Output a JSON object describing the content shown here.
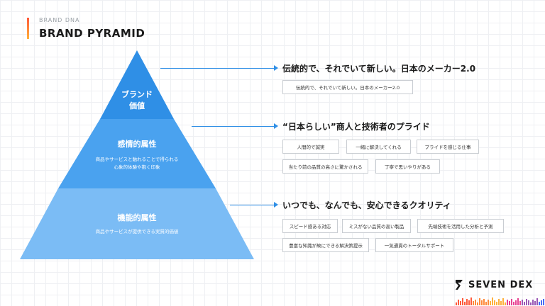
{
  "header": {
    "eyebrow": "BRAND DNA",
    "title": "BRAND PYRAMID"
  },
  "pyramid": {
    "top": {
      "title_line1": "ブランド",
      "title_line2": "価値",
      "color": "#2f8fe6"
    },
    "middle": {
      "title": "感情的属性",
      "desc_line1": "商品やサービスと触れることで得られる",
      "desc_line2": "心象的体験や抱く印象",
      "color": "#4aa2ef"
    },
    "bottom": {
      "title": "機能的属性",
      "desc": "商品やサービスが提供できる実質的価値",
      "color": "#7bbcf5"
    }
  },
  "rows": [
    {
      "heading": "伝統的で、それでいて新しい。日本のメーカー2.0",
      "tags": [
        "伝統的で、それでいて新しい。日本のメーカー2.0"
      ]
    },
    {
      "heading": "“日本らしい”商人と技術者のプライド",
      "tags": [
        "人間的で誠実",
        "一緒に解決してくれる",
        "プライドを感じる仕事",
        "当たり前の品質の高さに驚かされる",
        "丁寧で思いやりがある"
      ]
    },
    {
      "heading": "いつでも、なんでも、安心できるクオリティ",
      "tags": [
        "スピード感ある対応",
        "ミスがない品質の高い製品",
        "先端技術を活用した分析と予測",
        "豊富な知識が故にできる解決策提示",
        "一気通貫のトータルサポート"
      ]
    }
  ],
  "brand": {
    "logo_text": "SEVEN DEX",
    "icon": "seven-dex-logo-icon"
  },
  "colors": {
    "accent": "#2f8fe6",
    "header_bar_top": "#ff5a3c",
    "header_bar_bottom": "#ffb13c"
  }
}
